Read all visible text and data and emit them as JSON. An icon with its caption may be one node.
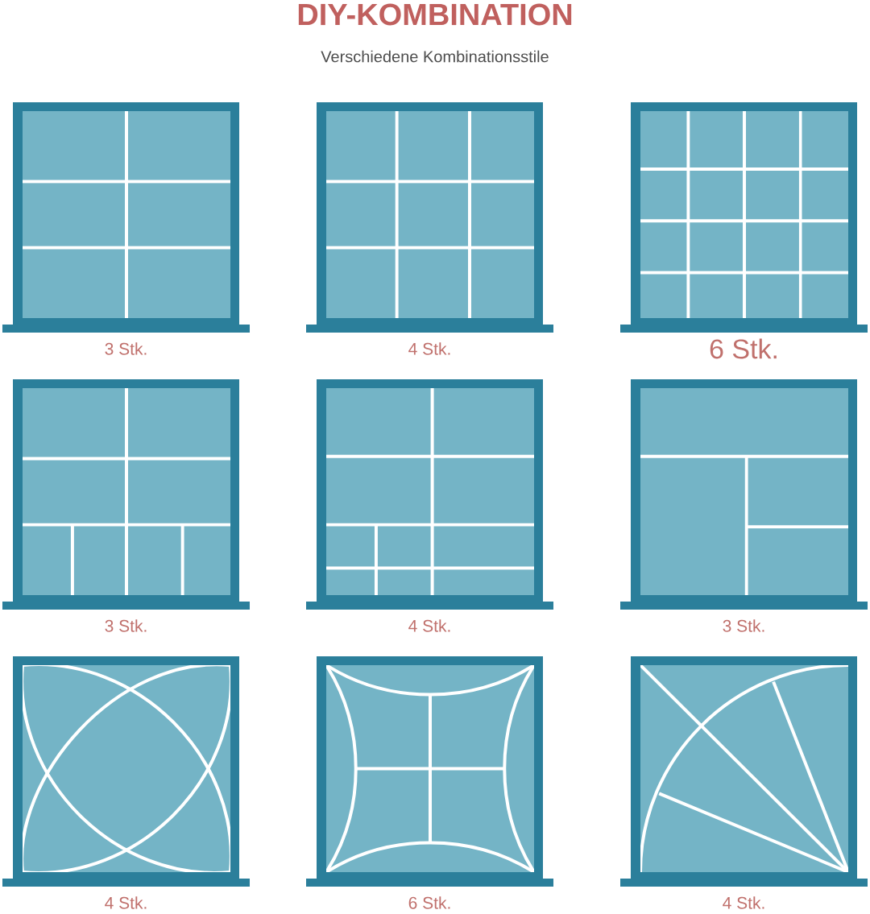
{
  "diagram": {
    "title": "DIY-KOMBINATION",
    "nodes": [
      {
        "text": [],
        "shape": "box",
        "beside": [
          "3 Stk."
        ]
      },
      {
        "text": [],
        "shape": "box",
        "beside": [
          "4 Stk."
        ]
      },
      {
        "text": [],
        "shape": "box",
        "beside": [
          "6 Stk."
        ]
      },
      {
        "text": [],
        "shape": "box",
        "beside": [
          "3 Stk."
        ]
      },
      {
        "text": [],
        "shape": "box",
        "beside": [
          "4 Stk."
        ]
      },
      {
        "text": [],
        "shape": "box",
        "beside": [
          "3 Stk."
        ]
      },
      {
        "text": [],
        "shape": "box",
        "beside": [
          "4 Stk."
        ]
      },
      {
        "text": [],
        "shape": "box",
        "beside": [
          "6 Stk."
        ]
      },
      {
        "text": [],
        "shape": "box",
        "beside": [
          "4 Stk."
        ]
      }
    ],
    "labels": [
      "Verschiedene Kombinationsstile"
    ]
  }
}
